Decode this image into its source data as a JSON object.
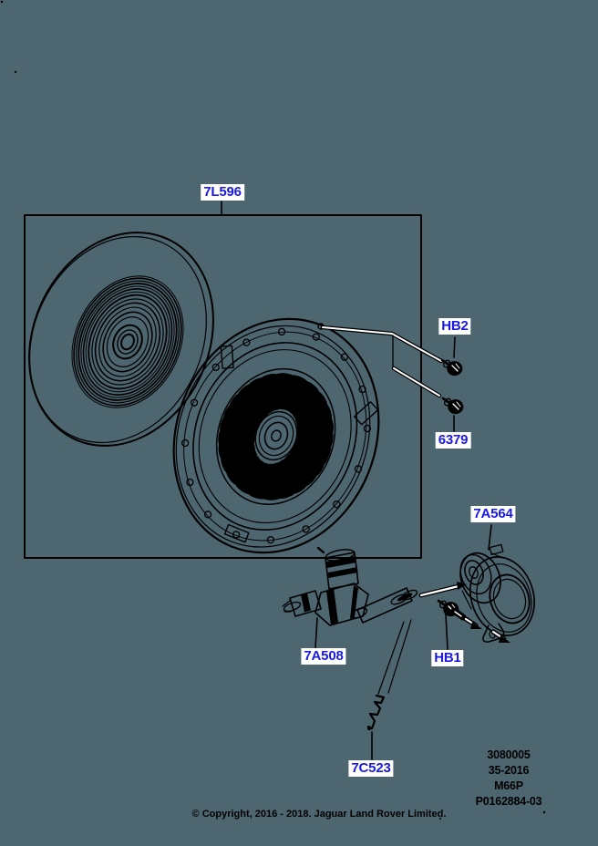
{
  "canvas": {
    "background_color": "#4d6670",
    "line_color": "#000000",
    "callout_text_color": "#1a1ae0",
    "callout_background": "#ffffff"
  },
  "callouts": {
    "kit": {
      "label": "7L596"
    },
    "hb2": {
      "label": "HB2"
    },
    "b6379": {
      "label": "6379"
    },
    "bearing": {
      "label": "7A564"
    },
    "tube": {
      "label": "7A508"
    },
    "hb1": {
      "label": "HB1"
    },
    "clip": {
      "label": "7C523"
    }
  },
  "stamp": {
    "lines": [
      "3080005",
      "35-2016",
      "M66P",
      "P0162884-03"
    ]
  },
  "copyright": "© Copyright, 2016 - 2018. Jaguar Land Rover Limited."
}
